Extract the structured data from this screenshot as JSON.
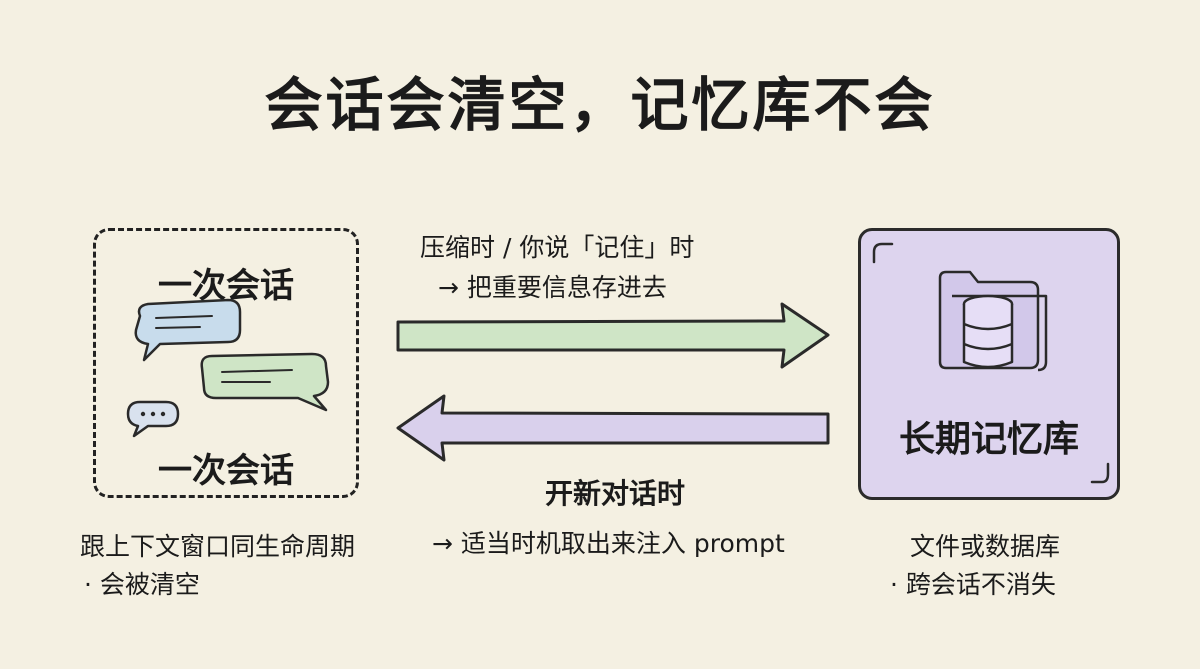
{
  "title": "会话会清空，记忆库不会",
  "session": {
    "label_top": "一次会话",
    "label_bottom": "一次会话",
    "desc_line1": "跟上下文窗口同生命周期",
    "desc_line2": "· 会被清空"
  },
  "memory": {
    "label": "长期记忆库",
    "desc_line1": "文件或数据库",
    "desc_line2": "· 跨会话不消失"
  },
  "store_arrow": {
    "caption_line1": "压缩时 / 你说「记住」时",
    "caption_line2": "→ 把重要信息存进去",
    "color": "#cfe5c6"
  },
  "load_arrow": {
    "title": "开新对话时",
    "caption": "→ 适当时机取出来注入 prompt",
    "color": "#d9d0ec"
  },
  "icons": [
    "chat-bubble-blue-icon",
    "chat-bubble-green-icon",
    "typing-bubble-icon",
    "folder-database-icon"
  ],
  "colors": {
    "background": "#f4f0e2",
    "memory_box": "#ddd4ee",
    "bubble_blue": "#c8dcec",
    "bubble_green": "#cfe5c6"
  }
}
